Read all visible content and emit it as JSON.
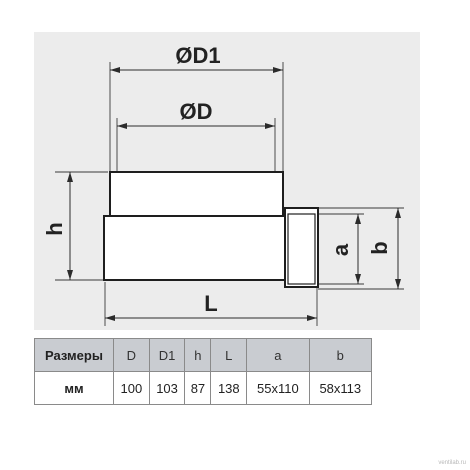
{
  "drawing": {
    "labels": {
      "D1": "ØD1",
      "D": "ØD",
      "h": "h",
      "L": "L",
      "a": "a",
      "b": "b"
    },
    "colors": {
      "panel": "#ececec",
      "outline": "#1e1e1e",
      "table_header": "#c9ccd1"
    }
  },
  "table": {
    "header": [
      "Размеры",
      "D",
      "D1",
      "h",
      "L",
      "a",
      "b"
    ],
    "row": [
      "мм",
      "100",
      "103",
      "87",
      "138",
      "55x110",
      "58x113"
    ]
  },
  "watermark": "ventilab.ru"
}
